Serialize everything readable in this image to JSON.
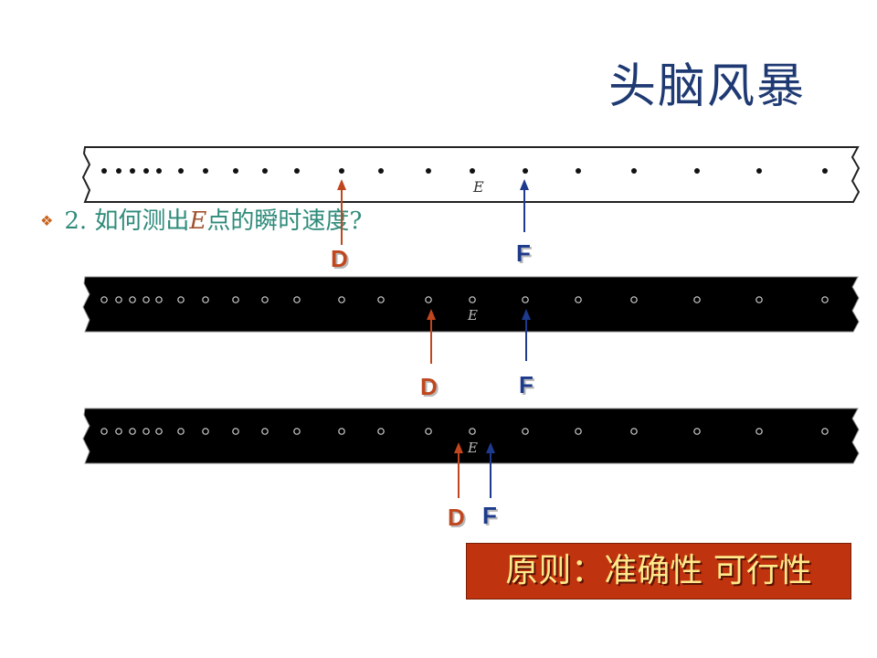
{
  "title": "头脑风暴",
  "question": {
    "prefix": "2. 如何测出",
    "italic": "E",
    "suffix": "点的瞬时速度?"
  },
  "point_label": "E",
  "arrow_labels": {
    "d": "D",
    "f": "F"
  },
  "principle": "原则：准确性 可行性",
  "colors": {
    "title": "#1f3a73",
    "question": "#2e8b7a",
    "d_arrow": "#c0461d",
    "f_arrow": "#1d3a8c",
    "principle_bg": "#c0330f",
    "principle_text": "#ffe98a"
  }
}
